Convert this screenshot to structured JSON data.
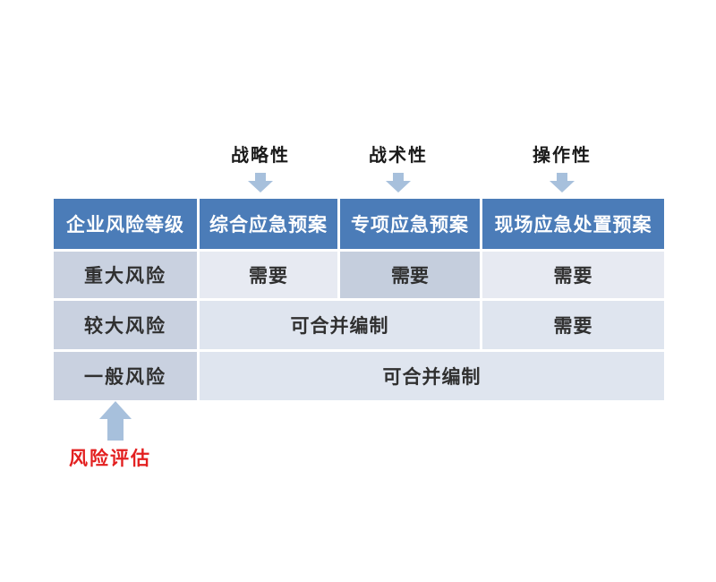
{
  "top_labels": [
    {
      "label": "战略性",
      "target_column": "综合应急预案"
    },
    {
      "label": "战术性",
      "target_column": "专项应急预案"
    },
    {
      "label": "操作性",
      "target_column": "现场应急处置预案"
    }
  ],
  "table": {
    "headers": [
      {
        "label": "企业风险等级"
      },
      {
        "label": "综合应急预案"
      },
      {
        "label": "专项应急预案"
      },
      {
        "label": "现场应急处置预案"
      }
    ],
    "rows": [
      {
        "level": "重大风险",
        "cells": [
          {
            "text": "需要",
            "highlight": false
          },
          {
            "text": "需要",
            "highlight": true
          },
          {
            "text": "需要",
            "highlight": false
          }
        ]
      },
      {
        "level": "较大风险",
        "cells": [
          {
            "text": "可合并编制",
            "colspan": 2
          },
          {
            "text": "需要"
          }
        ]
      },
      {
        "level": "一般风险",
        "cells": [
          {
            "text": "可合并编制",
            "colspan": 3
          }
        ]
      }
    ]
  },
  "bottom_annotation": {
    "label": "风险评估"
  },
  "colors": {
    "header_bg": "#4b7cb8",
    "header_text": "#ffffff",
    "level_cell_bg": "#c9d1e0",
    "cell_bg_light": "#e7eaf2",
    "cell_bg_band": "#dfe5ef",
    "highlight_cell_bg": "#c5cedd",
    "arrow": "#a7c0dc",
    "annotation_red": "#e32020",
    "cell_text": "#303030",
    "label_text": "#1a1a1a",
    "canvas_bg": "#ffffff"
  }
}
